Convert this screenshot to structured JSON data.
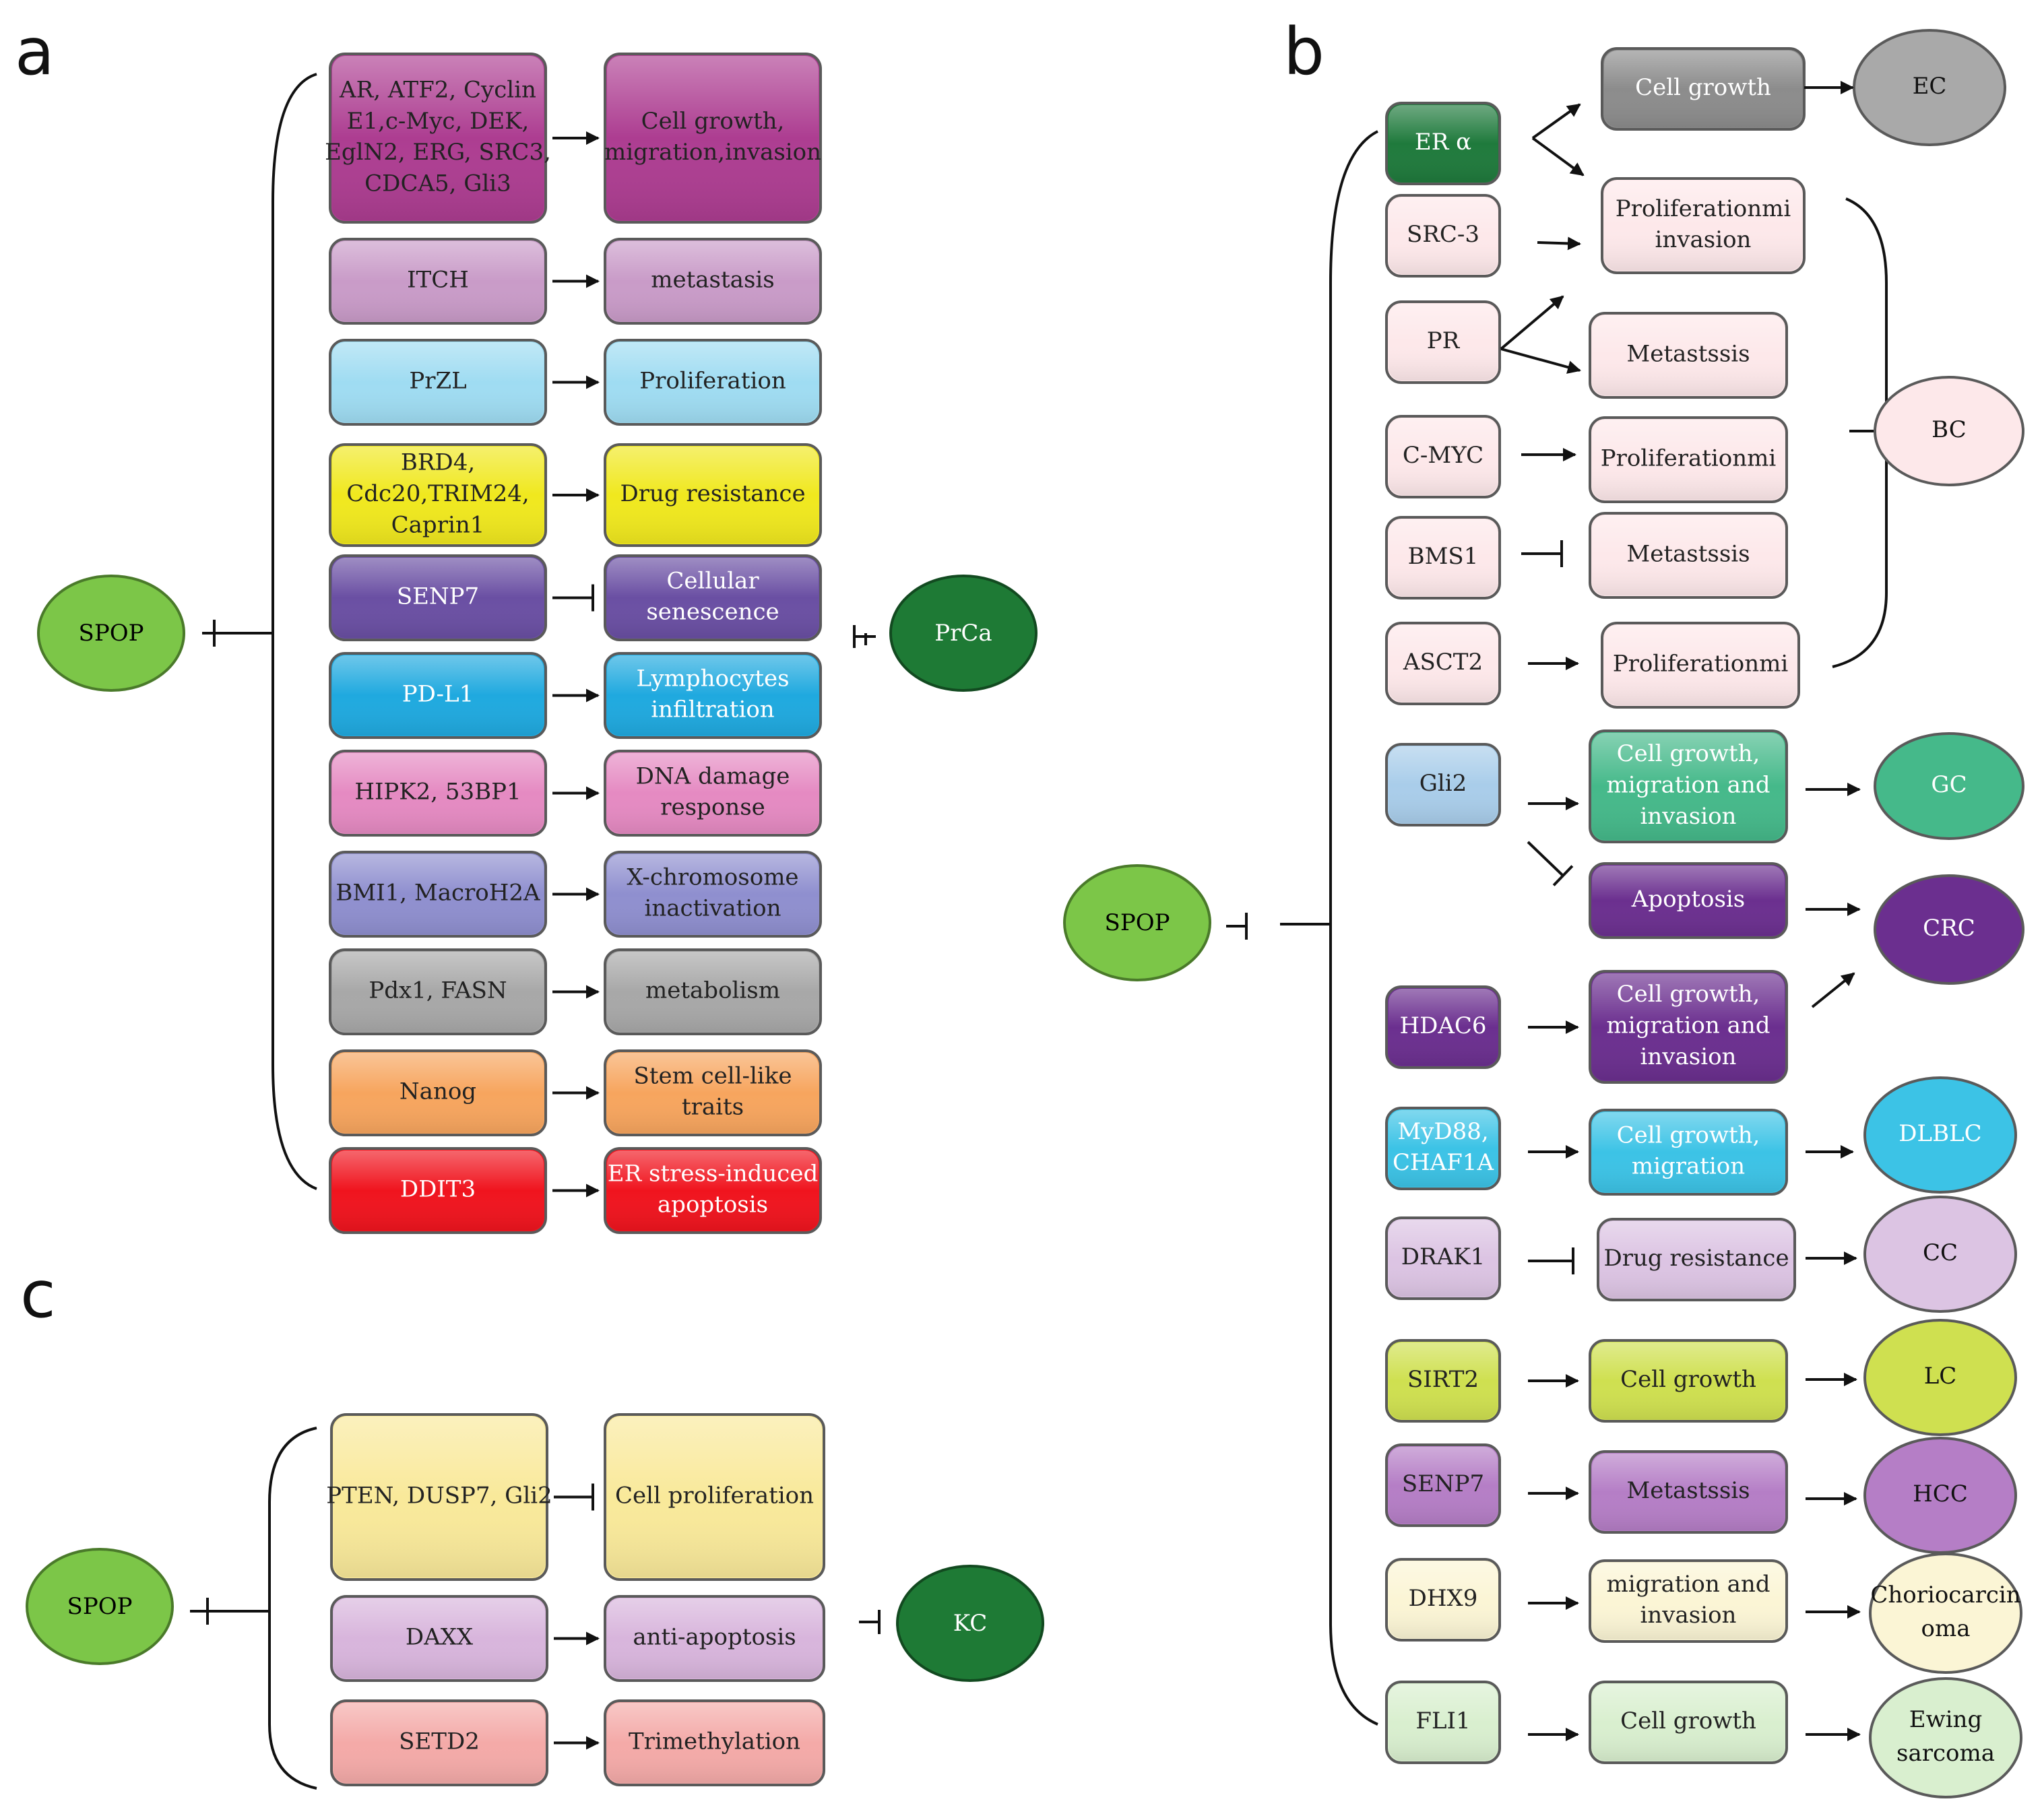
{
  "panel_labels": {
    "a": "a",
    "b": "b",
    "c": "c"
  },
  "panel_a": {
    "source": "SPOP",
    "target": "PrCa",
    "rows": [
      {
        "lines": [
          "AR, ATF2, Cyclin",
          "E1,c-Myc, DEK,",
          "EglN2, ERG, SRC3,",
          "CDCA5, Gli3"
        ],
        "effect": [
          "Cell growth,",
          "migration,invasion"
        ],
        "relation": "activates",
        "color": "#ad3d91"
      },
      {
        "lines": [
          "ITCH"
        ],
        "effect": [
          "metastasis"
        ],
        "relation": "activates",
        "color": "#c99bc8"
      },
      {
        "lines": [
          "PrZL"
        ],
        "effect": [
          "Proliferation"
        ],
        "relation": "activates",
        "color": "#9fdcf2"
      },
      {
        "lines": [
          "BRD4,",
          "Cdc20,TRIM24,",
          "Caprin1"
        ],
        "effect": [
          "Drug resistance"
        ],
        "relation": "activates",
        "color": "#f0e81e"
      },
      {
        "lines": [
          "SENP7"
        ],
        "effect": [
          "Cellular",
          "senescence"
        ],
        "relation": "inhibits",
        "color": "#6a4fa3"
      },
      {
        "lines": [
          "PD-L1"
        ],
        "effect": [
          "Lymphocytes",
          "infiltration"
        ],
        "relation": "activates",
        "color": "#1fa9df"
      },
      {
        "lines": [
          "HIPK2, 53BP1"
        ],
        "effect": [
          "DNA damage",
          "response"
        ],
        "relation": "activates",
        "color": "#e58ac2"
      },
      {
        "lines": [
          "BMI1, MacroH2A"
        ],
        "effect": [
          "X-chromosome",
          "inactivation"
        ],
        "relation": "activates",
        "color": "#8f8fcf"
      },
      {
        "lines": [
          "Pdx1, FASN"
        ],
        "effect": [
          "metabolism"
        ],
        "relation": "activates",
        "color": "#a8a8a8"
      },
      {
        "lines": [
          "Nanog"
        ],
        "effect": [
          "Stem cell-like",
          "traits"
        ],
        "relation": "activates",
        "color": "#f7a55e"
      },
      {
        "lines": [
          "DDIT3"
        ],
        "effect": [
          "ER stress-induced",
          "apoptosis"
        ],
        "relation": "activates",
        "color": "#f0141e"
      }
    ]
  },
  "panel_b": {
    "source": "SPOP",
    "genes": [
      {
        "lines": [
          "ER α"
        ],
        "color": "#1f7a3c"
      },
      {
        "lines": [
          "SRC-3"
        ],
        "color": "#fde8ea"
      },
      {
        "lines": [
          "PR"
        ],
        "color": "#fde8ea"
      },
      {
        "lines": [
          "C-MYC"
        ],
        "color": "#fde8ea"
      },
      {
        "lines": [
          "BMS1"
        ],
        "color": "#fde8ea"
      },
      {
        "lines": [
          "ASCT2"
        ],
        "color": "#fde8ea"
      },
      {
        "lines": [
          "Gli2"
        ],
        "color": "#a9cdea"
      },
      {
        "lines": [
          "HDAC6"
        ],
        "color": "#6b2f8f"
      },
      {
        "lines": [
          "MyD88,",
          "CHAF1A"
        ],
        "color": "#3cc3e6"
      },
      {
        "lines": [
          "DRAK1"
        ],
        "color": "#dcc4e3"
      },
      {
        "lines": [
          "SIRT2"
        ],
        "color": "#cfe050"
      },
      {
        "lines": [
          "SENP7"
        ],
        "color": "#b57ec6"
      },
      {
        "lines": [
          "DHX9"
        ],
        "color": "#fbf5d5"
      },
      {
        "lines": [
          "FLI1"
        ],
        "color": "#d9efcf"
      }
    ],
    "effects": [
      {
        "lines": [
          "Cell growth"
        ],
        "color": "#8c8c8c"
      },
      {
        "lines": [
          "Proliferationmi",
          "invasion"
        ],
        "color": "#fde8ea"
      },
      {
        "lines": [
          "Metastssis"
        ],
        "color": "#fde8ea"
      },
      {
        "lines": [
          "Proliferationmi"
        ],
        "color": "#fde8ea"
      },
      {
        "lines": [
          "Metastssis"
        ],
        "color": "#fde8ea"
      },
      {
        "lines": [
          "Proliferationmi"
        ],
        "color": "#fde8ea"
      },
      {
        "lines": [
          "Cell growth,",
          "migration and",
          "invasion"
        ],
        "color": "#45b98a"
      },
      {
        "lines": [
          "Apoptosis"
        ],
        "color": "#6b2f8f"
      },
      {
        "lines": [
          "Cell growth,",
          "migration and",
          "invasion"
        ],
        "color": "#6b2f8f"
      },
      {
        "lines": [
          "Cell growth,",
          "migration"
        ],
        "color": "#3cc3e6"
      },
      {
        "lines": [
          "Drug resistance"
        ],
        "color": "#dcc4e3"
      },
      {
        "lines": [
          "Cell growth"
        ],
        "color": "#cfe050"
      },
      {
        "lines": [
          "Metastssis"
        ],
        "color": "#b57ec6"
      },
      {
        "lines": [
          "migration and",
          "invasion"
        ],
        "color": "#fbf5d5"
      },
      {
        "lines": [
          "Cell growth"
        ],
        "color": "#d9efcf"
      }
    ],
    "cancers": [
      {
        "lines": [
          "EC"
        ],
        "color": "#a9a9a9"
      },
      {
        "lines": [
          "BC"
        ],
        "color": "#fde8ea"
      },
      {
        "lines": [
          "GC"
        ],
        "color": "#45b98a"
      },
      {
        "lines": [
          "CRC"
        ],
        "color": "#6b2f8f"
      },
      {
        "lines": [
          "DLBLC"
        ],
        "color": "#3cc3e6"
      },
      {
        "lines": [
          "CC"
        ],
        "color": "#dcc4e3"
      },
      {
        "lines": [
          "LC"
        ],
        "color": "#cfe050"
      },
      {
        "lines": [
          "HCC"
        ],
        "color": "#b57ec6"
      },
      {
        "lines": [
          "Choriocarcin",
          "oma"
        ],
        "color": "#fbf5d5"
      },
      {
        "lines": [
          "Ewing",
          "sarcoma"
        ],
        "color": "#d9efcf"
      }
    ]
  },
  "panel_c": {
    "source": "SPOP",
    "target": "KC",
    "rows": [
      {
        "lines": [
          "PTEN, DUSP7, Gli2"
        ],
        "effect": [
          "Cell proliferation"
        ],
        "relation": "inhibits",
        "color": "#f9e99a"
      },
      {
        "lines": [
          "DAXX"
        ],
        "effect": [
          "anti-apoptosis"
        ],
        "relation": "activates",
        "color": "#d8b5dc"
      },
      {
        "lines": [
          "SETD2"
        ],
        "effect": [
          "Trimethylation"
        ],
        "relation": "activates",
        "color": "#f4aaa8"
      }
    ]
  },
  "colors": {
    "spop": "#7cc648",
    "prostate_cancer": "#1e7a35",
    "kidney_cancer": "#1e7a35",
    "dark_text_on": [
      "#1f7a3c",
      "#6a4fa3",
      "#1fa9df",
      "#6b2f8f",
      "#f0141e",
      "#8c8c8c",
      "#3cc3e6",
      "#45b98a"
    ]
  }
}
